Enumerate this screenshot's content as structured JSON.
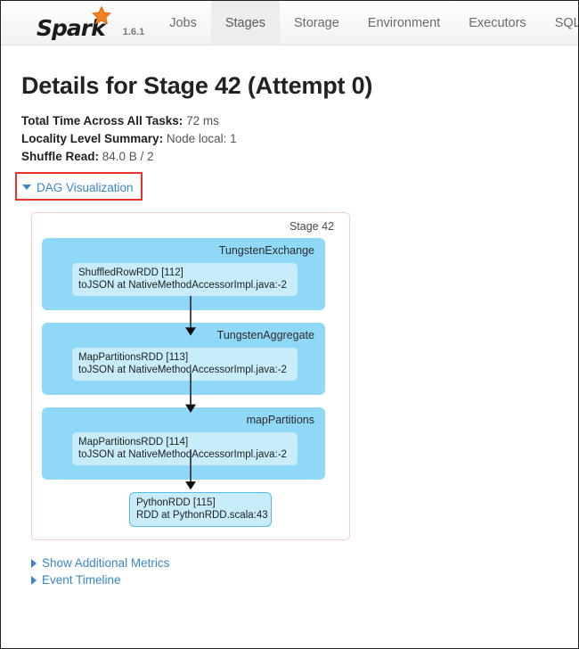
{
  "navbar": {
    "brand_name": "Spark",
    "version": "1.6.1",
    "star_icon": "star-icon",
    "tabs": [
      {
        "label": "Jobs",
        "active": false
      },
      {
        "label": "Stages",
        "active": true
      },
      {
        "label": "Storage",
        "active": false
      },
      {
        "label": "Environment",
        "active": false
      },
      {
        "label": "Executors",
        "active": false
      },
      {
        "label": "SQL",
        "active": false
      }
    ]
  },
  "main": {
    "title": "Details for Stage 42 (Attempt 0)",
    "summary": [
      {
        "key": "Total Time Across All Tasks:",
        "value": "72 ms"
      },
      {
        "key": "Locality Level Summary:",
        "value": "Node local: 1"
      },
      {
        "key": "Shuffle Read:",
        "value": "84.0 B / 2"
      }
    ],
    "dag_toggle": {
      "label": "DAG Visualization",
      "caret": "caret-down-icon",
      "expanded": true,
      "highlight_color": "#e8332a"
    },
    "dag": {
      "stage_label": "Stage 42",
      "container_border_color": "#f3cdd2",
      "node_color": "#8fd8f8",
      "rdd_color": "#c9ecfb",
      "nodes": [
        {
          "title": "TungstenExchange",
          "rdd_name": "ShuffledRowRDD [112]",
          "rdd_call": "toJSON at NativeMethodAccessorImpl.java:-2"
        },
        {
          "title": "TungstenAggregate",
          "rdd_name": "MapPartitionsRDD [113]",
          "rdd_call": "toJSON at NativeMethodAccessorImpl.java:-2"
        },
        {
          "title": "mapPartitions",
          "rdd_name": "MapPartitionsRDD [114]",
          "rdd_call": "toJSON at NativeMethodAccessorImpl.java:-2"
        }
      ],
      "leaf": {
        "rdd_name": "PythonRDD [115]",
        "rdd_call": "RDD at PythonRDD.scala:43"
      }
    },
    "footer_links": [
      {
        "label": "Show Additional Metrics",
        "caret": "caret-right-icon"
      },
      {
        "label": "Event Timeline",
        "caret": "caret-right-icon"
      }
    ]
  }
}
